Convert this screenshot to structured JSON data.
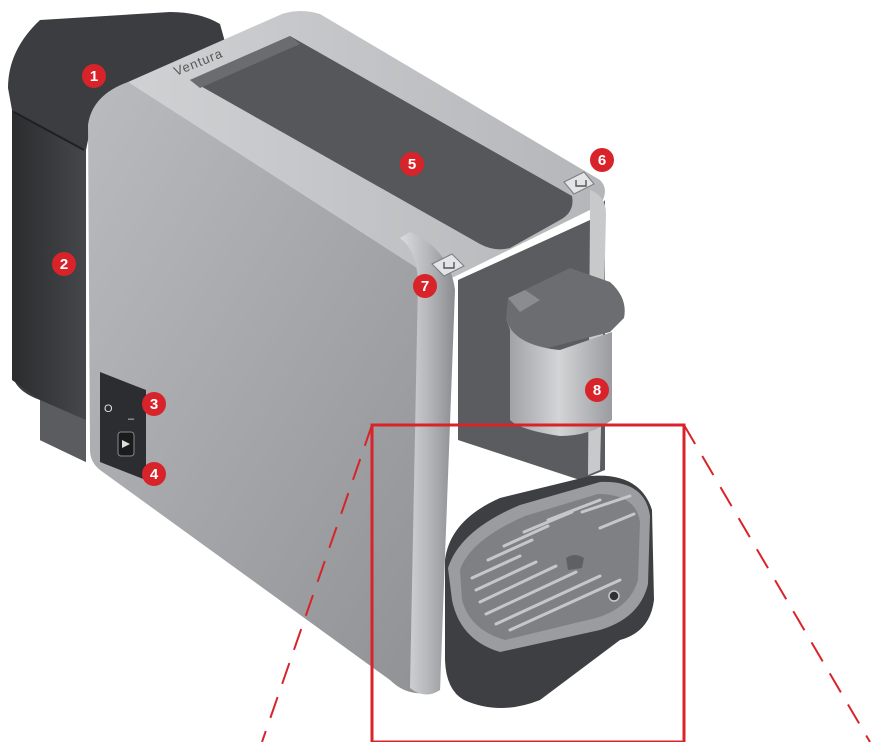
{
  "brand_label": "Ventura",
  "colors": {
    "accent_red": "#d8232a",
    "body_silver": "#a9abae",
    "dark_gray": "#4a4c4f",
    "drip_tray": "#3d3f42"
  },
  "callouts": [
    {
      "label": "1"
    },
    {
      "label": "2"
    },
    {
      "label": "3"
    },
    {
      "label": "4"
    },
    {
      "label": "5"
    },
    {
      "label": "6"
    },
    {
      "label": "7"
    },
    {
      "label": "8"
    }
  ],
  "switch_symbols": {
    "off": "O",
    "on": "–"
  }
}
